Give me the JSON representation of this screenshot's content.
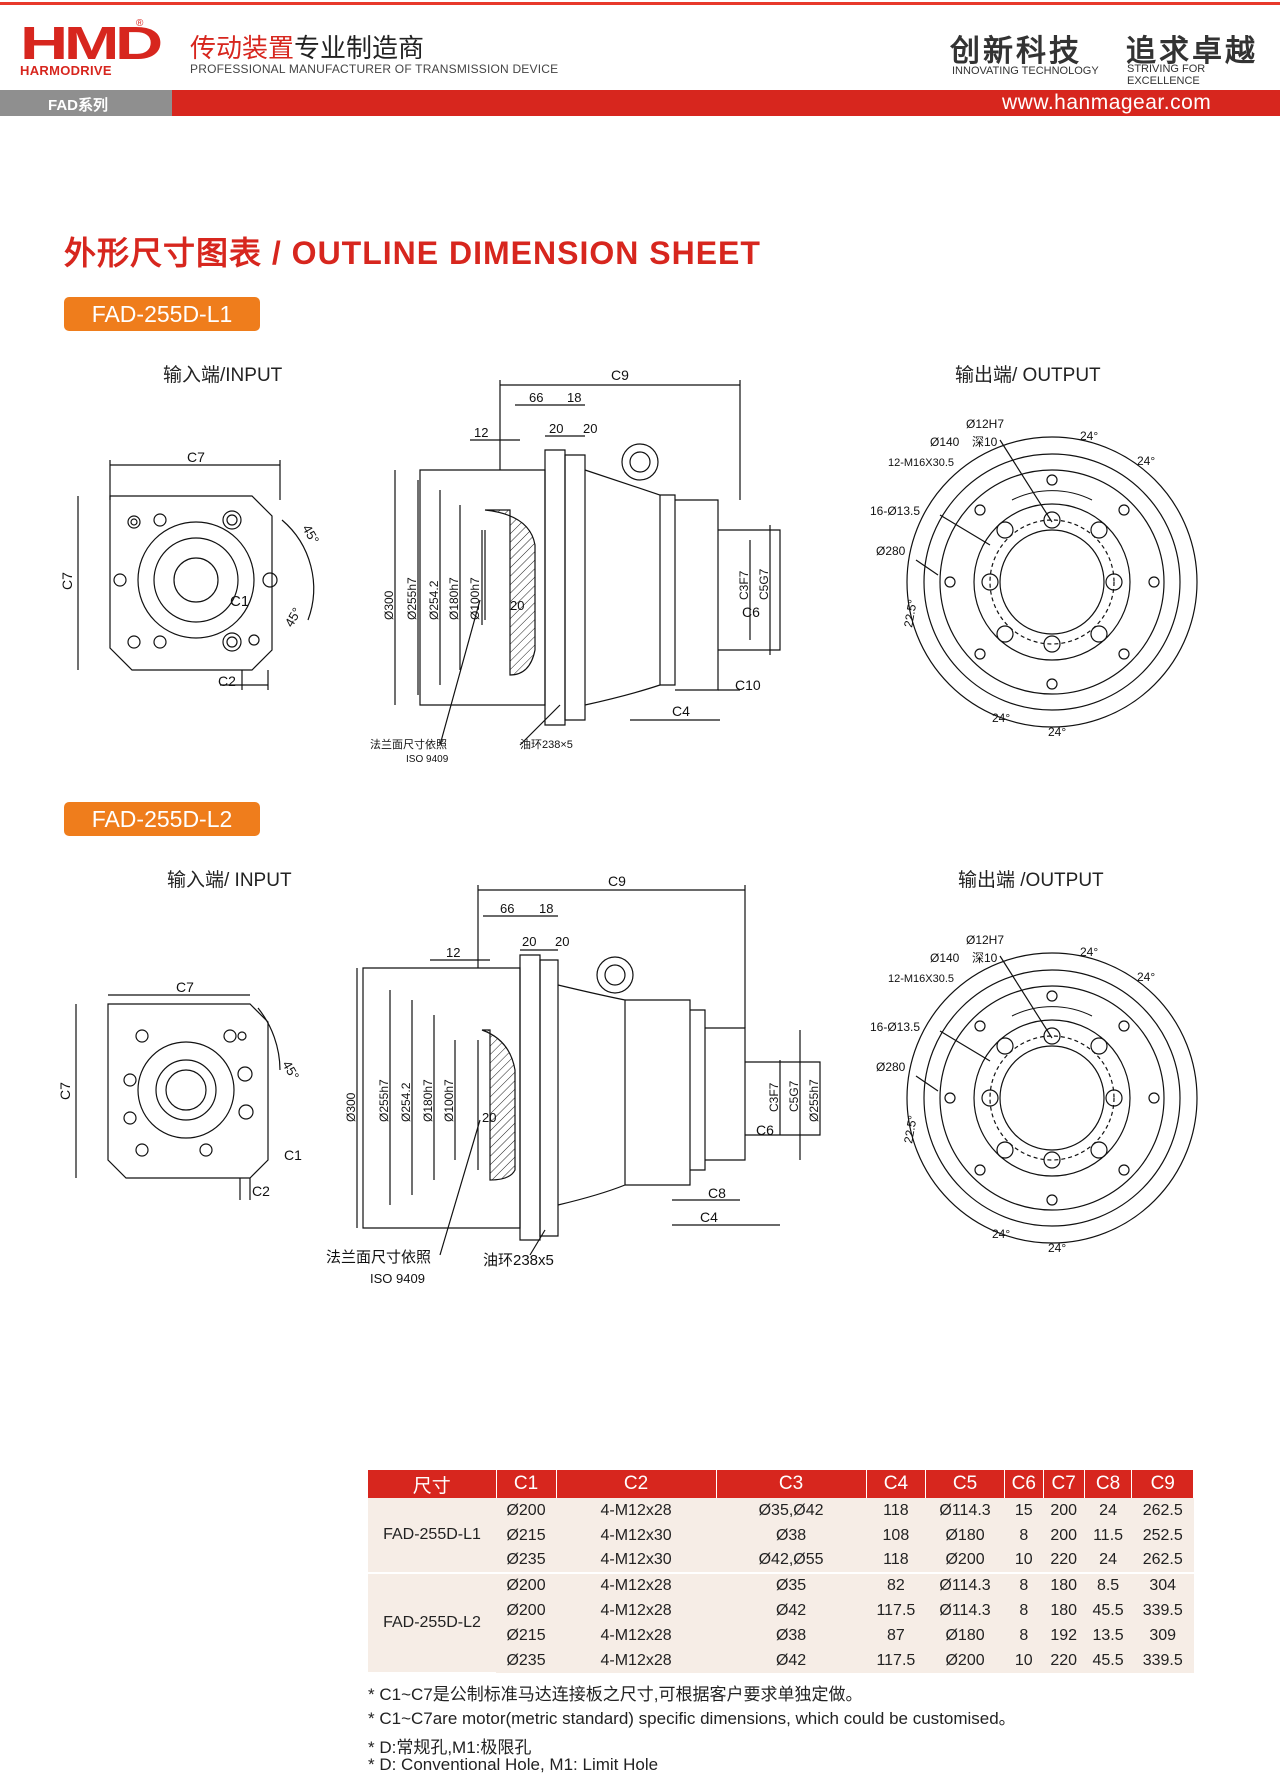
{
  "header": {
    "logo_text": "HMD",
    "logo_sub": "HARMODRIVE",
    "tagline_cn_red": "传动装置",
    "tagline_cn_black": "专业制造商",
    "tagline_en": "PROFESSIONAL MANUFACTURER OF TRANSMISSION DEVICE",
    "slogan1_cn": "创新科技",
    "slogan1_en": "INNOVATING TECHNOLOGY",
    "slogan2_cn": "追求卓越",
    "slogan2_en": "STRIVING FOR EXCELLENCE",
    "series": "FAD系列",
    "url": "www.hanmagear.com",
    "brand_red": "#d7261e",
    "accent_orange": "#ef7d1c"
  },
  "title": "外形尺寸图表 / OUTLINE DIMENSION SHEET",
  "section1": {
    "model": "FAD-255D-L1",
    "input_label": "输入端/INPUT",
    "output_label": "输出端/ OUTPUT",
    "flange_note": "法兰面尺寸依照",
    "iso_note": "ISO 9409",
    "oil_ring": "油环238×5"
  },
  "section2": {
    "model": "FAD-255D-L2",
    "input_label": "输入端/ INPUT",
    "output_label": "输出端 /OUTPUT",
    "flange_note": "法兰面尺寸依照",
    "iso_note": "ISO 9409",
    "oil_ring": "油环238x5"
  },
  "dims": {
    "c1": "C1",
    "c2": "C2",
    "c3": "C3F7",
    "c4": "C4",
    "c5": "C5G7",
    "c6": "C6",
    "c7": "C7",
    "c8": "C8",
    "c9": "C9",
    "c10": "C10",
    "d66": "66",
    "d18": "18",
    "d12": "12",
    "d20": "20",
    "a45": "45°",
    "a24": "24°",
    "a225": "22.5°",
    "d300": "Ø300",
    "d255": "Ø255h7",
    "d2542": "Ø254.2",
    "d180": "Ø180h7",
    "d100": "Ø100h7",
    "d12h7": "Ø12H7",
    "depth10": "深10",
    "d140": "Ø140",
    "m16": "12-M16X30.5",
    "h135": "16-Ø13.5",
    "d280": "Ø280"
  },
  "table": {
    "headers": [
      "尺寸",
      "C1",
      "C2",
      "C3",
      "C4",
      "C5",
      "C6",
      "C7",
      "C8",
      "C9"
    ],
    "group1": {
      "model": "FAD-255D-L1",
      "rows": [
        [
          "Ø200",
          "4-M12x28",
          "Ø35,Ø42",
          "118",
          "Ø114.3",
          "15",
          "200",
          "24",
          "262.5"
        ],
        [
          "Ø215",
          "4-M12x30",
          "Ø38",
          "108",
          "Ø180",
          "8",
          "200",
          "11.5",
          "252.5"
        ],
        [
          "Ø235",
          "4-M12x30",
          "Ø42,Ø55",
          "118",
          "Ø200",
          "10",
          "220",
          "24",
          "262.5"
        ]
      ]
    },
    "group2": {
      "model": "FAD-255D-L2",
      "rows": [
        [
          "Ø200",
          "4-M12x28",
          "Ø35",
          "82",
          "Ø114.3",
          "8",
          "180",
          "8.5",
          "304"
        ],
        [
          "Ø200",
          "4-M12x28",
          "Ø42",
          "117.5",
          "Ø114.3",
          "8",
          "180",
          "45.5",
          "339.5"
        ],
        [
          "Ø215",
          "4-M12x28",
          "Ø38",
          "87",
          "Ø180",
          "8",
          "192",
          "13.5",
          "309"
        ],
        [
          "Ø235",
          "4-M12x28",
          "Ø42",
          "117.5",
          "Ø200",
          "10",
          "220",
          "45.5",
          "339.5"
        ]
      ]
    }
  },
  "notes": [
    "* C1~C7是公制标准马达连接板之尺寸,可根据客户要求单独定做。",
    "* C1~C7are motor(metric standard)  specific dimensions, which could be customised。",
    "* D:常规孔,M1:极限孔",
    "* D: Conventional Hole, M1: Limit Hole"
  ]
}
